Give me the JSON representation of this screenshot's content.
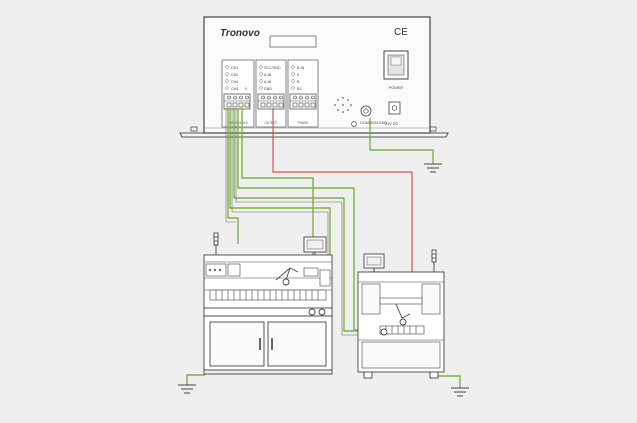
{
  "controller": {
    "brand": "Tronovo",
    "ce_mark": "CE",
    "power_label": "POWER",
    "common_gnd_label": "COMMON GND",
    "supply_label": "24V DC",
    "terminal_blocks": [
      {
        "pins": [
          "CH1",
          "CH2",
          "CH3",
          "CH4"
        ],
        "caption": "RESISTANCE"
      },
      {
        "pins": [
          "VCC/GND",
          "A-IN",
          "A-IN",
          "GND"
        ],
        "caption": "OUTPUT"
      },
      {
        "pins": [
          "B-IN",
          "K",
          "B",
          "B3"
        ],
        "caption": "PHASE"
      }
    ]
  },
  "wire_colors": {
    "ground": "#7cb342",
    "signal": "#d9534f",
    "equipment": "#555555"
  }
}
